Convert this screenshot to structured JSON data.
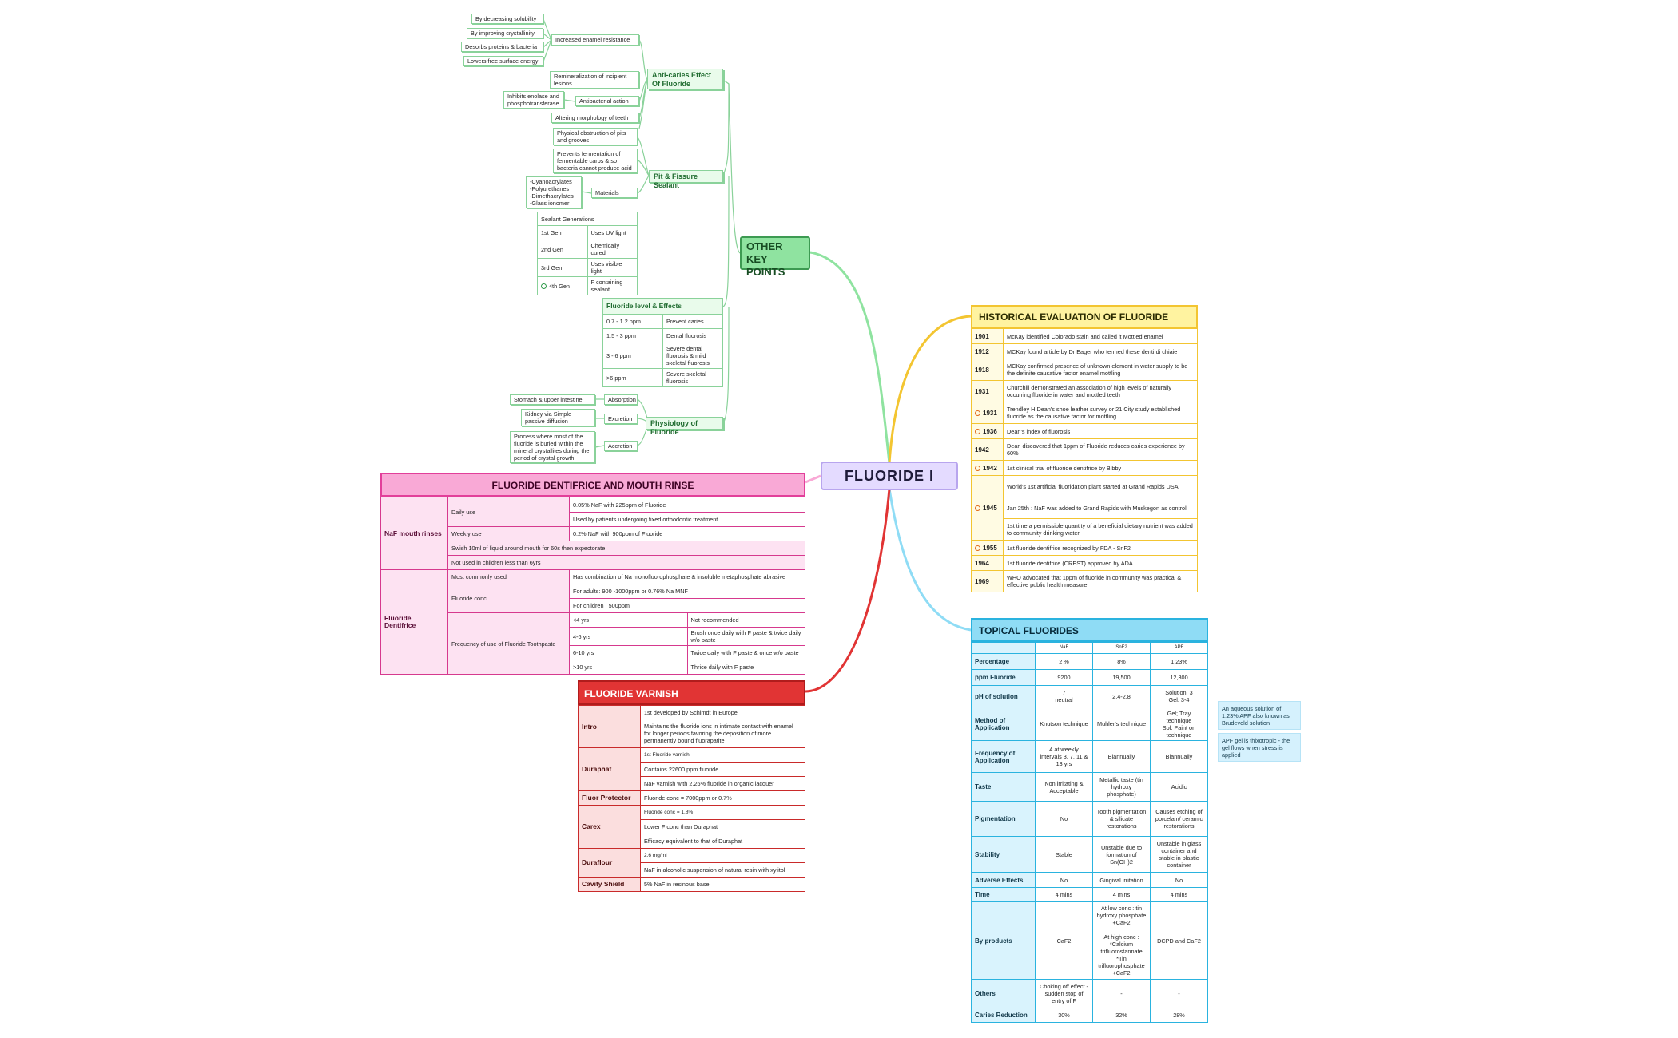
{
  "central": {
    "title": "FLUORIDE I"
  },
  "other_key_points": {
    "title": "OTHER KEY POINTS",
    "anticaries": {
      "title": "Anti-caries Effect Of Fluoride",
      "increased_resistance": "Increased enamel resistance",
      "resistance_reasons": [
        "By decreasing solubility",
        "By improving crystallinity",
        "Desorbs proteins & bacteria",
        "Lowers free surface energy"
      ],
      "remineralization": "Remineralization of incipient lesions",
      "antibacterial": "Antibacterial action",
      "enolase": "Inhibits enolase and phosphotransferase",
      "altering": "Altering morphology of teeth"
    },
    "sealant": {
      "title": "Pit & Fissure Sealant",
      "obstruction": "Physical obstruction of pits and grooves",
      "prevents": "Prevents fermentation of fermentable carbs & so bacteria cannot produce acid",
      "materials_label": "Materials Used",
      "materials": "-Cyanoacrylates\n-Polyurethanes\n-Dimethacrylates\n-Glass ionomer",
      "generations_title": "Sealant Generations",
      "generations": [
        {
          "gen": "1st Gen",
          "desc": "Uses UV light"
        },
        {
          "gen": "2nd Gen",
          "desc": "Chemically cured"
        },
        {
          "gen": "3rd Gen",
          "desc": "Uses visible light"
        },
        {
          "gen": "4th Gen",
          "desc": "F containing sealant"
        }
      ]
    },
    "levels": {
      "title": "Fluoride level & Effects",
      "rows": [
        {
          "ppm": "0.7 - 1.2 ppm",
          "effect": "Prevent caries"
        },
        {
          "ppm": "1.5 - 3 ppm",
          "effect": "Dental fluorosis"
        },
        {
          "ppm": "3 - 6 ppm",
          "effect": "Severe dental fluorosis & mild skeletal fluorosis"
        },
        {
          "ppm": ">6 ppm",
          "effect": "Severe skeletal fluorosis"
        }
      ]
    },
    "physiology": {
      "title": "Physiology of Fluoride",
      "absorption": "Absorption",
      "absorption_detail": "Stomach & upper intestine",
      "excretion": "Excretion",
      "excretion_detail": "Kidney via Simple passive diffusion",
      "accretion": "Accretion",
      "accretion_detail": "Process where most of the fluoride is buried within the mineral crystallites during the period of crystal growth"
    }
  },
  "historical": {
    "title": "HISTORICAL EVALUATION OF FLUORIDE",
    "rows": [
      {
        "year": "1901",
        "text": "McKay identified Colorado stain and called it Mottled enamel",
        "mark": false
      },
      {
        "year": "1912",
        "text": "MCKay found article by Dr Eager who termed these denti di chiaie",
        "mark": false
      },
      {
        "year": "1918",
        "text": "MCKay confirmed presence of unknown element in water supply to be the definite causative factor enamel mottling",
        "mark": false
      },
      {
        "year": "1931",
        "text": "Churchill demonstrated an association of high levels of naturally occurring fluoride in water and mottled teeth",
        "mark": false
      },
      {
        "year": "1931",
        "text": "Trendley H Dean's shoe leather survey or 21 City study established fluoride as the causative factor for mottling",
        "mark": true
      },
      {
        "year": "1936",
        "text": "Dean's index of fluorosis",
        "mark": true
      },
      {
        "year": "1942",
        "text": "Dean discovered that 1ppm of Fluoride reduces caries experience by 60%",
        "mark": false
      },
      {
        "year": "1942",
        "text": "1st clinical trial of fluoride dentifrice by Bibby",
        "mark": true
      },
      {
        "year": "1945",
        "text": "World's 1st artificial fluoridation plant started at Grand Rapids USA",
        "mark": true,
        "extra": [
          "Jan 25th : NaF was added to Grand Rapids with Muskegon as control",
          "1st time a permissible quantity of a beneficial dietary nutrient was added to community drinking water"
        ]
      },
      {
        "year": "1955",
        "text": "1st fluoride dentifrice recognized by FDA - SnF2",
        "mark": true
      },
      {
        "year": "1964",
        "text": "1st fluoride dentifrice (CREST) approved by ADA",
        "mark": false
      },
      {
        "year": "1969",
        "text": "WHO advocated that 1ppm of fluoride in community was practical & effective public health measure",
        "mark": false
      }
    ]
  },
  "topical": {
    "title": "TOPICAL FLUORIDES",
    "columns": [
      "",
      "NaF",
      "SnF2",
      "APF"
    ],
    "rows": [
      {
        "label": "Percentage",
        "vals": [
          "2 %",
          "8%",
          "1.23%"
        ]
      },
      {
        "label": "ppm Fluoride",
        "vals": [
          "9200",
          "19,500",
          "12,300"
        ]
      },
      {
        "label": "pH of solution",
        "vals": [
          "7\nneutral",
          "2.4-2.8",
          "Solution: 3\nGel: 3-4"
        ]
      },
      {
        "label": "Method of Application",
        "vals": [
          "Knutson technique",
          "Muhler's technique",
          "Gel; Tray technique\nSol: Paint on technique"
        ]
      },
      {
        "label": "Frequency of Application",
        "vals": [
          "4 at weekly intervals 3, 7, 11 & 13 yrs",
          "Biannually",
          "Biannually"
        ]
      },
      {
        "label": "Taste",
        "vals": [
          "Non irritating & Acceptable",
          "Metallic taste (tin hydroxy phosphate)",
          "Acidic"
        ]
      },
      {
        "label": "Pigmentation",
        "vals": [
          "No",
          "Tooth pigmentation & silicate restorations",
          "Causes etching of porcelain/ ceramic restorations"
        ]
      },
      {
        "label": "Stability",
        "vals": [
          "Stable",
          "Unstable due to formation of Sn(OH)2",
          "Unstable in glass container and stable in plastic container"
        ]
      },
      {
        "label": "Adverse Effects",
        "vals": [
          "No",
          "Gingival irritation",
          "No"
        ]
      },
      {
        "label": "Time",
        "vals": [
          "4 mins",
          "4 mins",
          "4 mins"
        ]
      },
      {
        "label": "By products",
        "vals": [
          "CaF2",
          "At low conc : tin hydroxy phosphate +CaF2\n\nAt high conc : *Calcium trifluorostannate *Tin trifluorophosphate +CaF2",
          "DCPD and CaF2"
        ]
      },
      {
        "label": "Others",
        "vals": [
          "Choking off effect -sudden stop of entry of F",
          "-",
          "-"
        ]
      },
      {
        "label": "Caries Reduction",
        "vals": [
          "30%",
          "32%",
          "28%"
        ]
      }
    ],
    "notes": [
      "An aqueous solution of 1.23% APF also known as Brudevold solution",
      "APF gel is thixotropic - the gel flows when stress is applied"
    ]
  },
  "dentifrice": {
    "title": "FLUORIDE DENTIFRICE AND MOUTH RINSE",
    "naf_label": "NaF mouth rinses",
    "daily": "Daily use",
    "daily_1": "0.05% NaF with 225ppm of Fluoride",
    "daily_2": "Used by patients  undergoing fixed orthodontic treatment",
    "weekly": "Weekly use",
    "weekly_1": "0.2% NaF with 900ppm of Fluoride",
    "swish": "Swish 10ml of liquid around mouth for 60s then expectorate",
    "not_used": "Not used in children less than 6yrs",
    "fd_label": "Fluoride Dentifrice",
    "most": "Most commonly used",
    "most_1": "Has combination of Na monofluorophosphate & insoluble metaphosphate abrasive",
    "conc": "Fluoride conc.",
    "conc_1": "For adults: 900 -1000ppm or 0.76% Na MNF",
    "conc_2": "For children : 500ppm",
    "freq": "Frequency of use of Fluoride Toothpaste",
    "freq_rows": [
      {
        "age": "<4 yrs",
        "text": "Not recommended"
      },
      {
        "age": "4-6 yrs",
        "text": "Brush once daily with F paste & twice daily w/o paste"
      },
      {
        "age": "6-10 yrs",
        "text": "Twice daily with F paste & once w/o paste"
      },
      {
        "age": ">10 yrs",
        "text": "Thrice daily with F paste"
      }
    ]
  },
  "varnish": {
    "title": "FLUORIDE VARNISH",
    "rows": [
      {
        "label": "Intro",
        "items": [
          "1st developed by Schimdt in Europe",
          "Maintains the fluoride ions in intimate contact with enamel for longer periods favoring the deposition of more permanently bound fluorapatite"
        ]
      },
      {
        "label": "Duraphat",
        "items": [
          "1st Fluoride varnish",
          "Contains 22600 ppm fluoride",
          "NaF varnish with 2.26% fluoride in organic lacquer"
        ]
      },
      {
        "label": "Fluor Protector",
        "items": [
          "Fluoride conc = 7000ppm or 0.7%"
        ]
      },
      {
        "label": "Carex",
        "items": [
          "Fluoride conc = 1.8%",
          "Lower F conc than Duraphat",
          "Efficacy equivalent to that of Duraphat"
        ]
      },
      {
        "label": "Duraflour",
        "items": [
          "2.6 mg/ml",
          "NaF in alcoholic suspension of natural resin with xylitol"
        ]
      },
      {
        "label": "Cavity Shield",
        "items": [
          "5% NaF in resinous base"
        ]
      }
    ]
  },
  "colors": {
    "green": "#8ad29a",
    "yellow": "#f3c531",
    "blue": "#2ab3df",
    "pink": "#e23f9a",
    "red": "#c92a2a",
    "purple": "#b8a5ee"
  }
}
